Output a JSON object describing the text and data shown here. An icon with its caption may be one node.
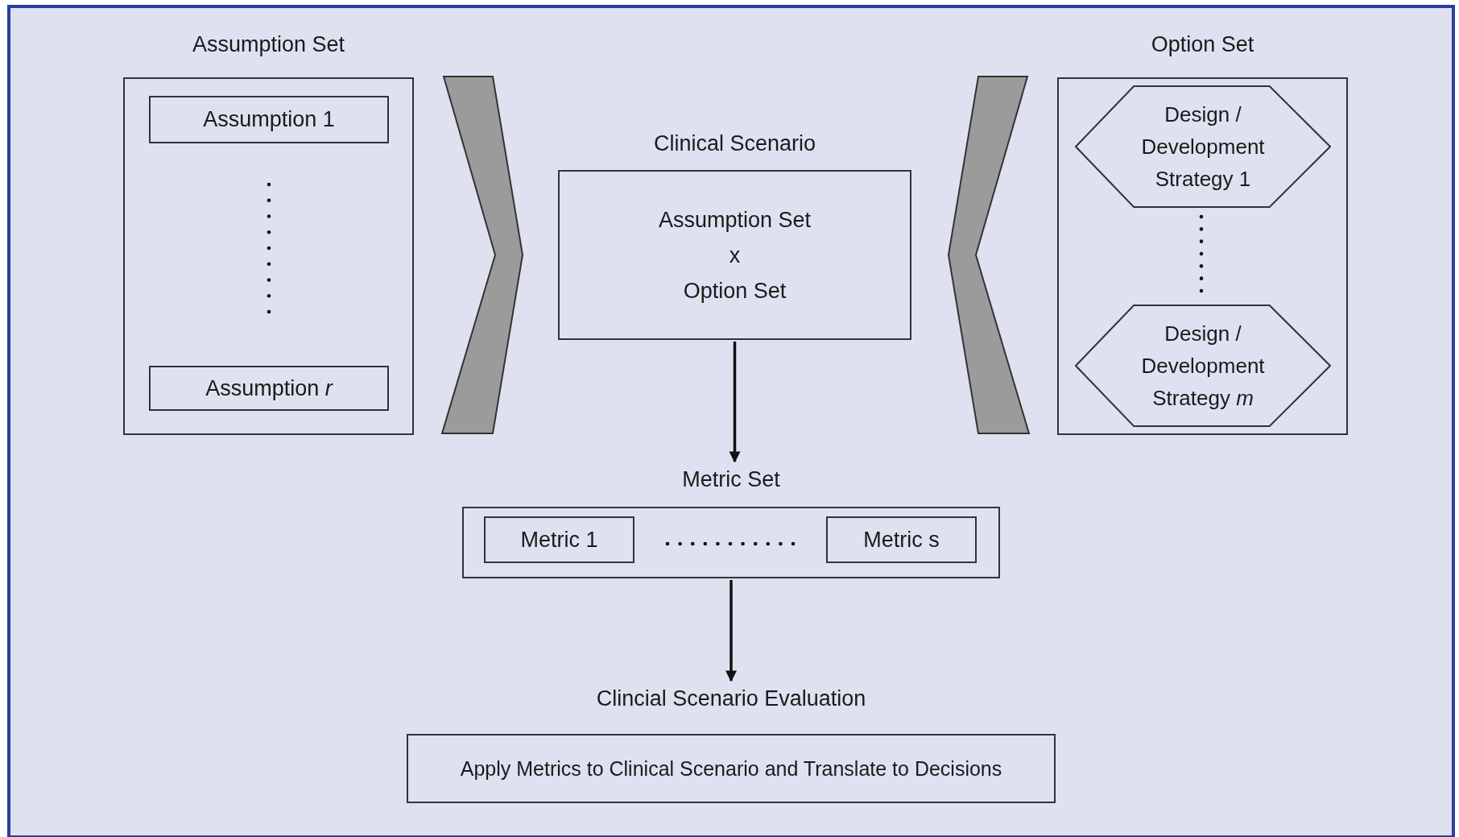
{
  "diagram": {
    "nodes": [
      {
        "text": [
          "Assumption Set"
        ]
      },
      {
        "text": [
          "Assumption 1"
        ],
        "in": 0
      },
      {
        "text": [
          "Assumption *r*"
        ],
        "in": 0
      },
      {
        "text": [
          "Clinical Scenario",
          "Assumption Set",
          "x",
          "Option Set"
        ]
      },
      {
        "text": [
          "Option Set"
        ]
      },
      {
        "text": [
          "Design / Development Strategy 1"
        ],
        "in": 4
      },
      {
        "text": [
          "Design / Development Strategy *m*"
        ],
        "in": 4
      },
      {
        "text": [
          "Metric Set"
        ]
      },
      {
        "text": [
          "Metric 1"
        ],
        "in": 7
      },
      {
        "text": [
          "Metric s"
        ],
        "in": 7
      },
      {
        "text": [
          "Clincial Scenario Evaluation",
          "Apply Metrics to Clinical Scenario and Translate to Decisions"
        ]
      }
    ],
    "edges": [
      {
        "from": 0,
        "to": 3,
        "arrow": "to"
      },
      {
        "from": 4,
        "to": 3,
        "arrow": "to"
      },
      {
        "from": 3,
        "to": 7,
        "arrow": "to"
      },
      {
        "from": 7,
        "to": 10,
        "arrow": "to"
      }
    ]
  }
}
